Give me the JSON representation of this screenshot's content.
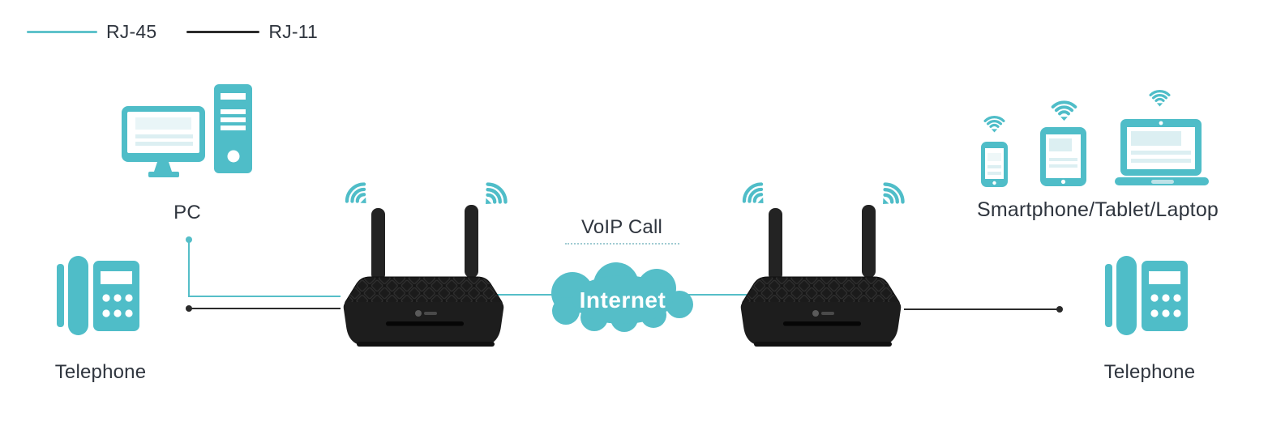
{
  "title": "VoIP call network topology diagram",
  "colors": {
    "teal": "#4fbdc8",
    "cloud_teal": "#55bec8",
    "content_light_teal": "#dceff2",
    "text_dark": "#2f353e",
    "rj45_line": "#55bec8",
    "rj11_line": "#2b2b2b",
    "router_black": "#1b1b1b"
  },
  "legend": {
    "items": [
      {
        "label": "RJ-45",
        "color": "#55bec8"
      },
      {
        "label": "RJ-11",
        "color": "#2b2b2b"
      }
    ]
  },
  "labels": {
    "pc": "PC",
    "telephone_left": "Telephone",
    "voip_call": "VoIP Call",
    "internet": "Internet",
    "devices": "Smartphone/Tablet/Laptop",
    "telephone_right": "Telephone"
  },
  "icons": {
    "pc": "desktop-computer-icon",
    "telephone": "desk-phone-icon",
    "router": "wireless-router-icon",
    "wifi": "wifi-signal-icon",
    "internet": "cloud-icon",
    "smartphone": "smartphone-icon",
    "tablet": "tablet-icon",
    "laptop": "laptop-icon"
  },
  "connections": [
    {
      "from": "PC",
      "to": "Router (left)",
      "cable": "RJ-45"
    },
    {
      "from": "Telephone (left)",
      "to": "Router (left)",
      "cable": "RJ-11"
    },
    {
      "from": "Router (left)",
      "to": "Internet",
      "cable": "RJ-45"
    },
    {
      "from": "Internet",
      "to": "Router (right)",
      "cable": "RJ-45"
    },
    {
      "from": "Router (right)",
      "to": "Telephone (right)",
      "cable": "RJ-11"
    },
    {
      "from": "Router (right)",
      "to": "Smartphone/Tablet/Laptop",
      "cable": "Wi-Fi"
    }
  ]
}
